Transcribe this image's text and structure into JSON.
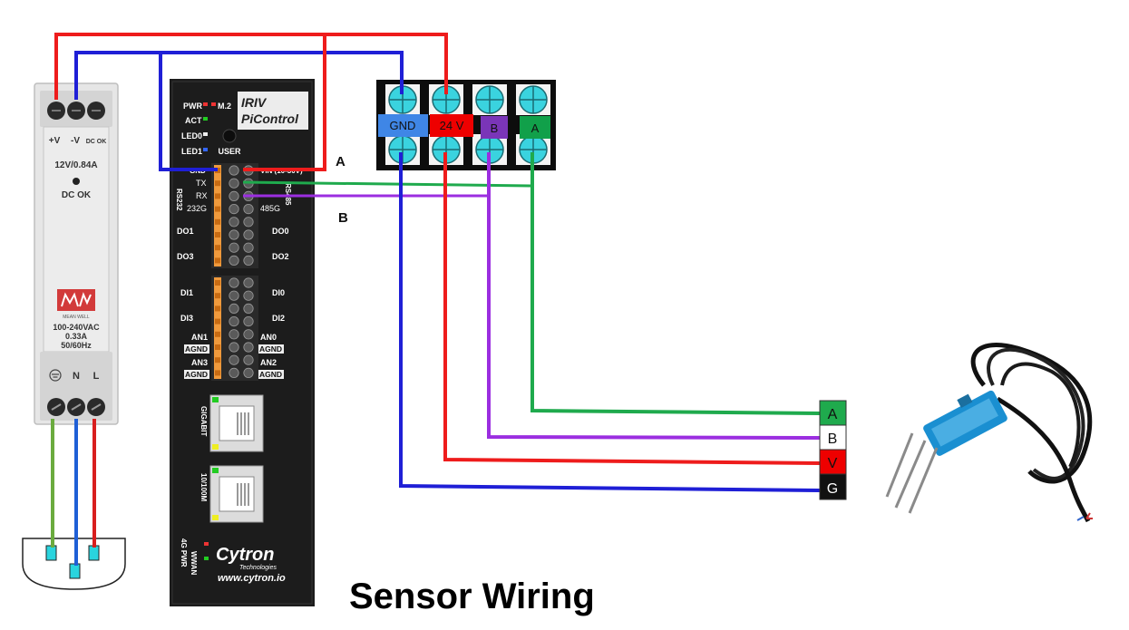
{
  "title": "Sensor Wiring",
  "colors": {
    "red": "#ee1c1c",
    "blue": "#1f1fd6",
    "green": "#1faa4d",
    "purple": "#9b2ee0",
    "cyan": "#3ad3df",
    "gnd_label": "#3f86e6",
    "v24_label": "#ee0000",
    "b_label": "#7a35b8",
    "a_label": "#11a04a",
    "controller": "#1c1c1c",
    "terminal_orange": "#f09a3c"
  },
  "psu": {
    "labels": {
      "plus_v": "+V",
      "minus_v": "-V",
      "dc_ok_top": "DC OK",
      "rating": "12V/0.84A",
      "dc_ok": "DC OK",
      "input_1": "100-240VAC",
      "input_2": "0.33A",
      "input_3": "50/60Hz",
      "n": "N",
      "l": "L",
      "brand": "MEAN WELL"
    }
  },
  "controller": {
    "brand_line1": "IRIV",
    "brand_line2": "PiControl",
    "left_leds": [
      "PWR",
      "ACT",
      "LED0",
      "LED1"
    ],
    "m2": "M.2",
    "user": "USER",
    "gnd": "GND",
    "vin": "VIN (10-30V)",
    "rs232": "RS232",
    "rs485": "RS485",
    "tx": "TX",
    "rx": "RX",
    "g232": "232G",
    "g485": "485G",
    "left_io": [
      "DO1",
      "DO3",
      "DI1",
      "DI3",
      "AN1",
      "AGND",
      "AN3",
      "AGND"
    ],
    "right_io": [
      "DO0",
      "DO2",
      "DI0",
      "DI2",
      "AN0",
      "AGND",
      "AN2",
      "AGND"
    ],
    "gigabit": "GIGABIT",
    "eth100": "10/100M",
    "pwr4g": "4G PWR",
    "wwan": "WWAN",
    "cytron": "Cytron",
    "tech": "Technologies",
    "url": "www.cytron.io"
  },
  "annotations": {
    "a": "A",
    "b": "B"
  },
  "terminal_block": {
    "labels": [
      "GND",
      "24 V",
      "B",
      "A"
    ]
  },
  "sensor_connector": {
    "labels": [
      "A",
      "B",
      "V",
      "G"
    ]
  }
}
